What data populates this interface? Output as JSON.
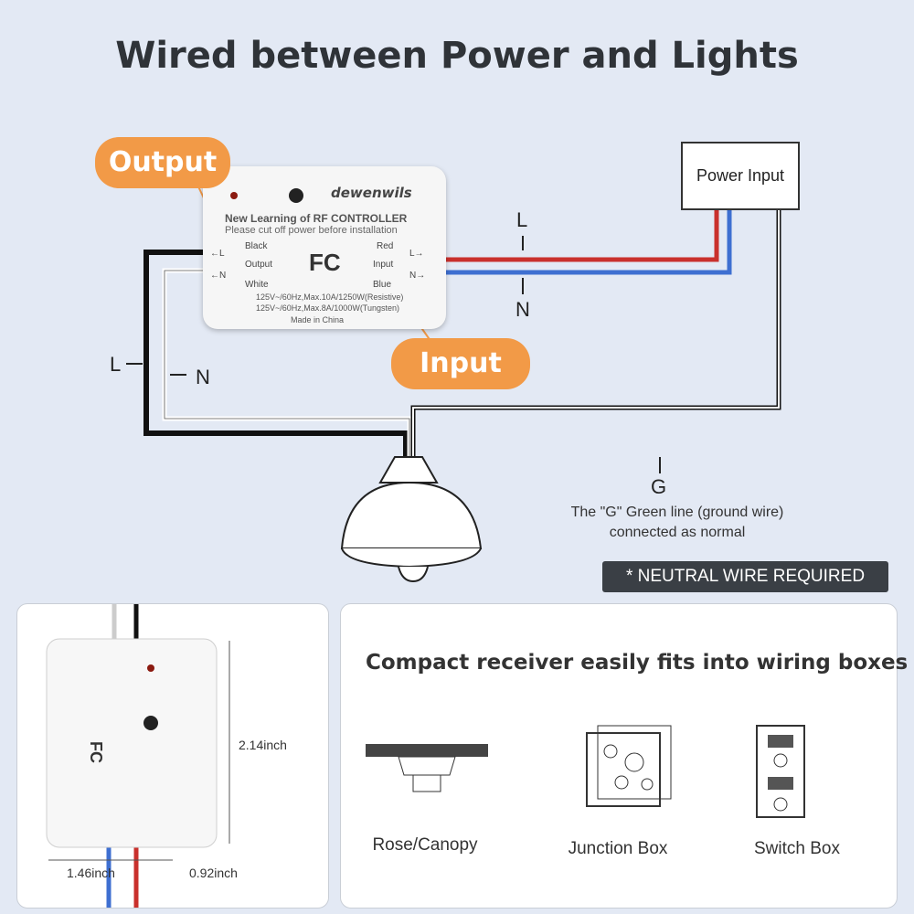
{
  "title": "Wired between Power and Lights",
  "module": {
    "brand": "dewenwils",
    "name": "New Learning of RF CONTROLLER",
    "warning": "Please cut off power before installation",
    "black": "Black",
    "output": "Output",
    "white": "White",
    "red": "Red",
    "input": "Input",
    "blue": "Blue",
    "l_left": "←L",
    "n_left": "←N",
    "l_right": "L→",
    "n_right": "N→",
    "fcc": "FC",
    "rating1": "125V~/60Hz,Max.10A/1250W(Resistive)",
    "rating2": "125V~/60Hz,Max.8A/1000W(Tungsten)",
    "made": "Made in China"
  },
  "callouts": {
    "output": "Output",
    "input": "Input"
  },
  "power_input": "Power  Input",
  "wire_labels": {
    "l_top": "L",
    "n_right": "N",
    "l_left": "L",
    "n_left": "N",
    "g": "G"
  },
  "ground_note": {
    "line1": "The \"G\" Green line (ground wire)",
    "line2": "connected as normal"
  },
  "neutral_badge": "* NEUTRAL WIRE REQUIRED",
  "dimensions": {
    "height": "2.14inch",
    "width": "1.46inch",
    "depth": "0.92inch"
  },
  "compact_heading": "Compact receiver easily fits into wiring boxes",
  "boxes": [
    "Rose/Canopy",
    "Junction Box",
    "Switch Box"
  ],
  "colors": {
    "callout": "#f29a47",
    "live": "#c9302c",
    "neutral": "#3e6fd1",
    "background": "#e3e9f4"
  }
}
